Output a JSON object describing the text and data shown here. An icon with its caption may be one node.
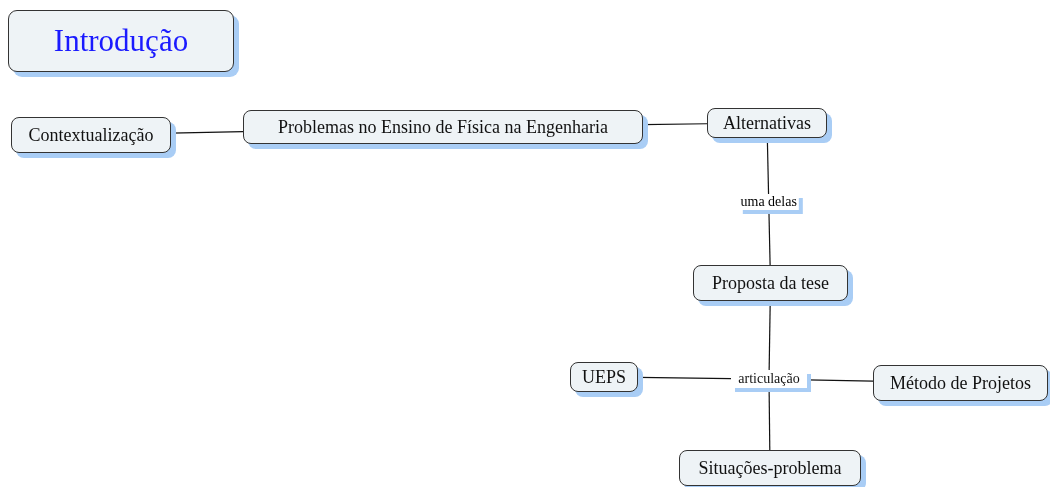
{
  "diagram": {
    "nodes": [
      {
        "text": [
          "Introdução"
        ]
      },
      {
        "text": [
          "Contextualização"
        ]
      },
      {
        "text": [
          "Problemas no Ensino de Física na Engenharia"
        ]
      },
      {
        "text": [
          "Alternativas"
        ]
      },
      {
        "text": [
          "Proposta da tese"
        ]
      },
      {
        "text": [
          "UEPS"
        ]
      },
      {
        "text": [
          "Método de Projetos"
        ]
      },
      {
        "text": [
          "Situações-problema"
        ]
      },
      {
        "text": [
          "articulação"
        ]
      }
    ],
    "edges": [
      {
        "from": 1,
        "to": 2,
        "arrow": "none"
      },
      {
        "from": 2,
        "to": 3,
        "arrow": "none"
      },
      {
        "from": 3,
        "to": 4,
        "arrow": "none",
        "label": "uma delas"
      },
      {
        "from": 4,
        "to": 8,
        "arrow": "none"
      },
      {
        "from": 8,
        "to": 5,
        "arrow": "none"
      },
      {
        "from": 8,
        "to": 6,
        "arrow": "none"
      },
      {
        "from": 8,
        "to": 7,
        "arrow": "none"
      }
    ]
  }
}
